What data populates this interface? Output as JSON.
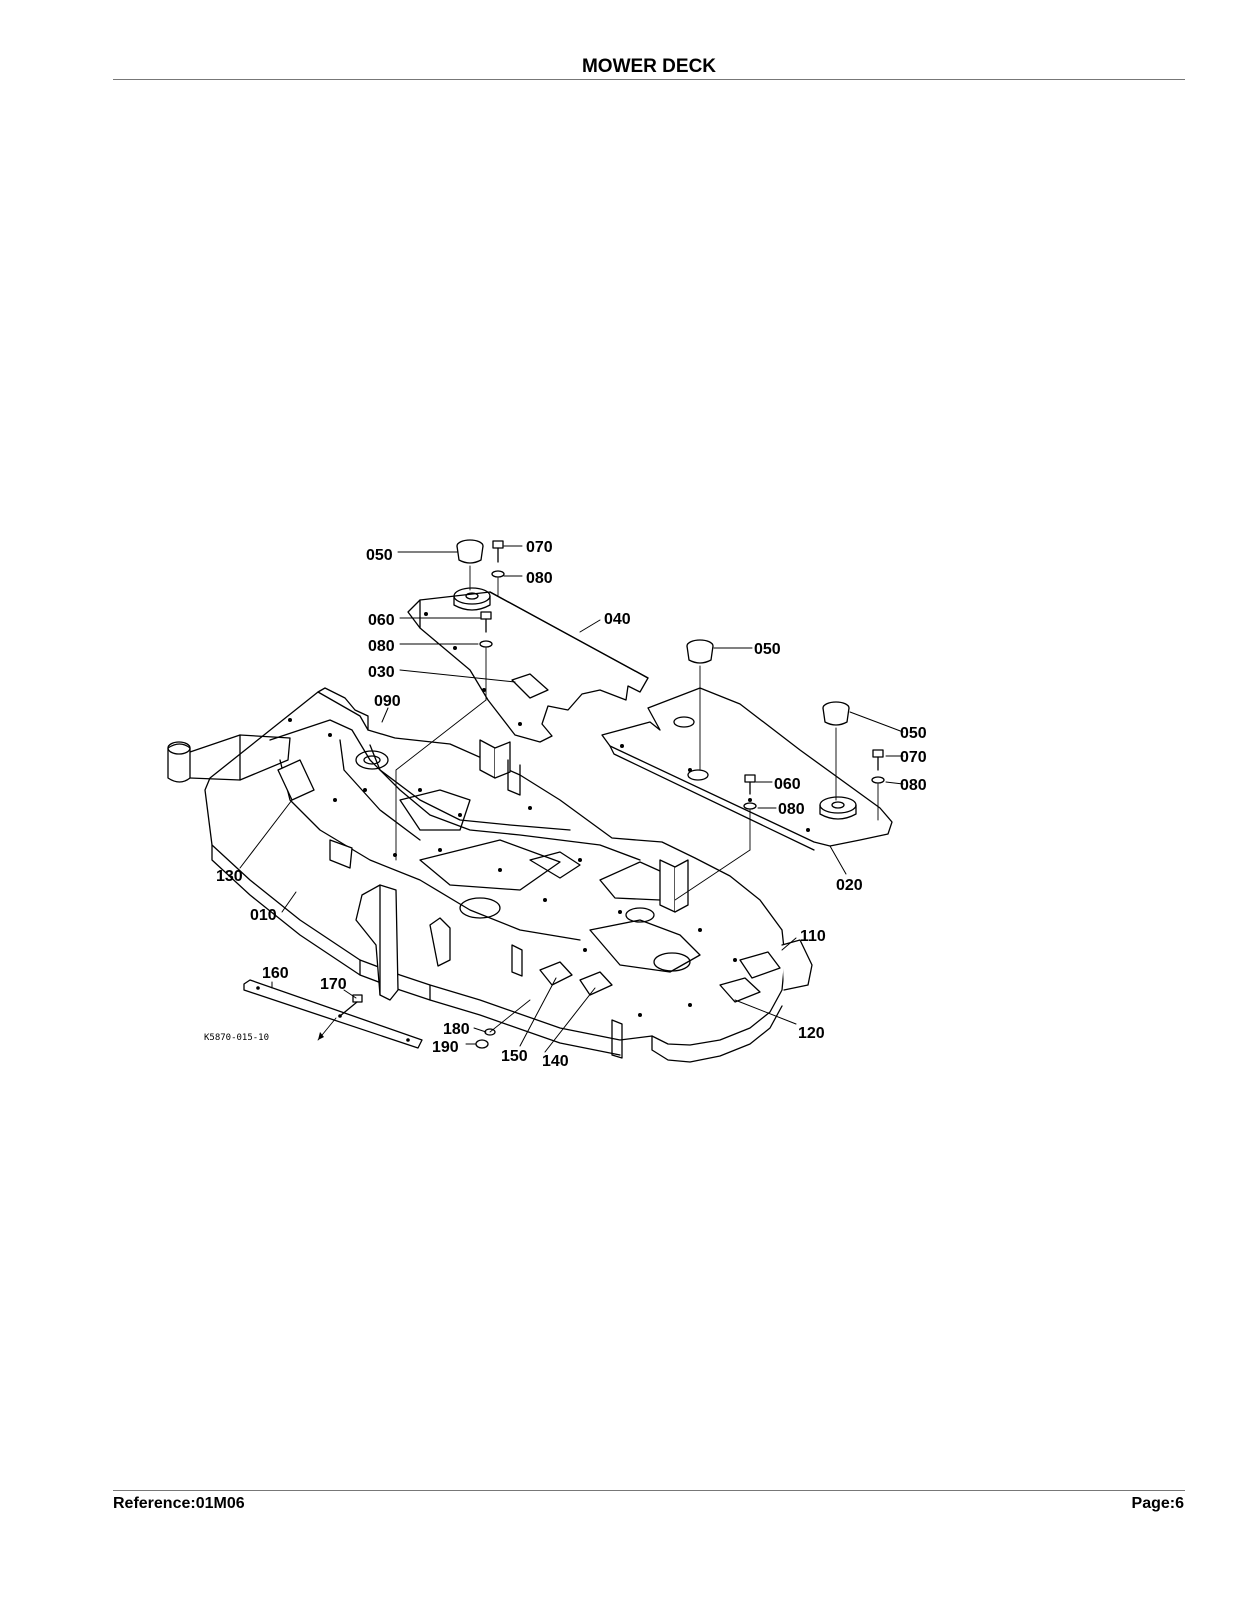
{
  "header": {
    "title": "MOWER DECK"
  },
  "footer": {
    "reference": "Reference:01M06",
    "page": "Page:6"
  },
  "diagram": {
    "figure_code": "K5870-015-10",
    "callouts": {
      "p050a": "050",
      "p070a": "070",
      "p080a": "080",
      "p040": "040",
      "p060a": "060",
      "p080b": "080",
      "p030": "030",
      "p090": "090",
      "p050b": "050",
      "p050c": "050",
      "p070b": "070",
      "p060b": "060",
      "p080c": "080",
      "p080d": "080",
      "p020": "020",
      "p130": "130",
      "p010": "010",
      "p110": "110",
      "p160": "160",
      "p170": "170",
      "p120": "120",
      "p180": "180",
      "p190": "190",
      "p150": "150",
      "p140": "140"
    }
  }
}
